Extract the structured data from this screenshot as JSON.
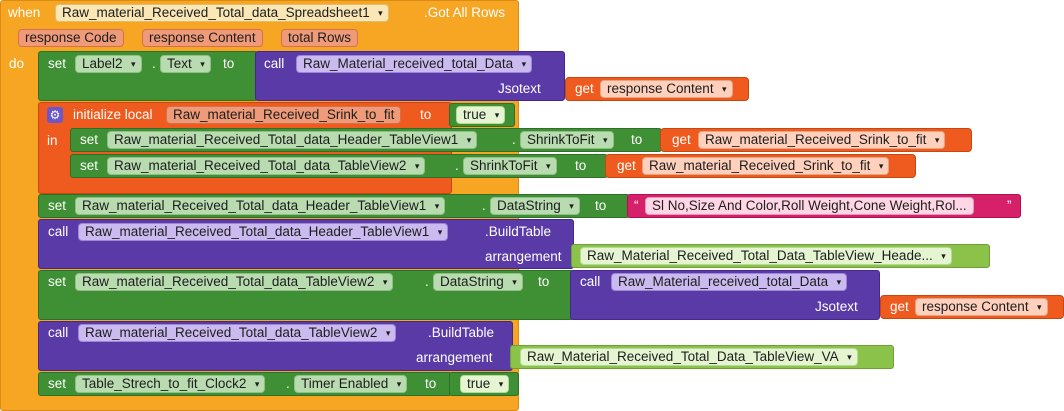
{
  "event": {
    "when": "when",
    "component": "Raw_material_Received_Total_data_Spreadsheet1",
    "event_name": ".Got All Rows",
    "params": [
      "response Code",
      "response Content",
      "total Rows"
    ],
    "do": "do"
  },
  "row1": {
    "set": "set",
    "component": "Label2",
    "dot": ".",
    "property": "Text",
    "to": "to",
    "call": "call",
    "method": "Raw_Material_received_total_Data",
    "arg": "Jsotext",
    "get": "get",
    "var": "response Content"
  },
  "local": {
    "initialize": "initialize local",
    "name": "Raw_material_Received_Srink_to_fit",
    "to": "to",
    "value": "true",
    "in": "in",
    "set1": {
      "set": "set",
      "component": "Raw_material_Received_Total_data_Header_TableView1",
      "dot": ".",
      "property": "ShrinkToFit",
      "to": "to",
      "get": "get",
      "var": "Raw_material_Received_Srink_to_fit"
    },
    "set2": {
      "set": "set",
      "component": "Raw_material_Received_Total_data_TableView2",
      "dot": ".",
      "property": "ShrinkToFit",
      "to": "to",
      "get": "get",
      "var": "Raw_material_Received_Srink_to_fit"
    }
  },
  "row3": {
    "set": "set",
    "component": "Raw_material_Received_Total_data_Header_TableView1",
    "dot": ".",
    "property": "DataString",
    "to": "to",
    "quote_open": "“",
    "text": "Sl No,Size And Color,Roll Weight,Cone Weight,Rol...",
    "quote_close": "”"
  },
  "row4": {
    "call": "call",
    "component": "Raw_material_Received_Total_data_Header_TableView1",
    "method": ".BuildTable",
    "arg": "arrangement",
    "value": "Raw_Material_Received_Total_Data_TableView_Heade..."
  },
  "row5": {
    "set": "set",
    "component": "Raw_material_Received_Total_data_TableView2",
    "dot": ".",
    "property": "DataString",
    "to": "to",
    "call": "call",
    "method": "Raw_Material_received_total_Data",
    "arg": "Jsotext",
    "get": "get",
    "var": "response Content"
  },
  "row6": {
    "call": "call",
    "component": "Raw_material_Received_Total_data_TableView2",
    "method": ".BuildTable",
    "arg": "arrangement",
    "value": "Raw_Material_Received_Total_Data_TableView_VA"
  },
  "row7": {
    "set": "set",
    "component": "Table_Strech_to_fit_Clock2",
    "dot": ".",
    "property": "Timer Enabled",
    "to": "to",
    "value": "true"
  },
  "dropdown_caret": "▾",
  "gear_icon": "gear-icon"
}
